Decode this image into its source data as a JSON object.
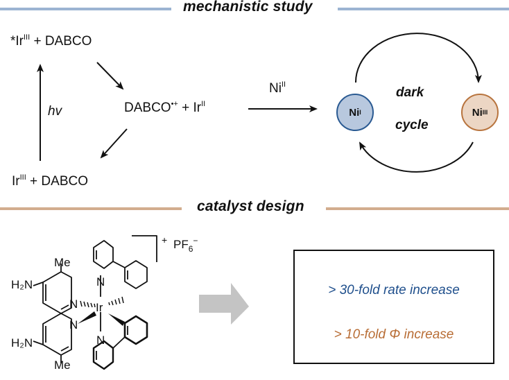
{
  "sections": {
    "mechanistic": {
      "title": "mechanistic study",
      "line_color": "#9cb4d2"
    },
    "catalyst": {
      "title": "catalyst design",
      "line_color": "#d2ad8e"
    }
  },
  "photocycle": {
    "excited_state": {
      "prefix": "*Ir",
      "ox": "III",
      "suffix": " + DABCO"
    },
    "reduced_state": {
      "prefix": "DABCO",
      "radical": "•+",
      "mid": " + Ir",
      "ox": "II"
    },
    "ground_state": {
      "prefix": "Ir",
      "ox": "III",
      "suffix": " + DABCO"
    },
    "excitation_label": "hv",
    "transfer_label": {
      "prefix": "Ni",
      "ox": "II"
    }
  },
  "dark_cycle": {
    "label_line1": "dark",
    "label_line2": "cycle",
    "left_node": {
      "prefix": "Ni",
      "ox": "I",
      "fill": "#b8c8de",
      "stroke": "#2a5a92"
    },
    "right_node": {
      "prefix": "Ni",
      "ox": "III",
      "fill": "#ecd6c4",
      "stroke": "#b8743e"
    }
  },
  "catalyst_structure": {
    "metal": "Ir",
    "charge": "+",
    "counterion": "PF",
    "counterion_sub": "6",
    "counterion_charge": "−",
    "substituent_amine": "H₂N",
    "substituent_methyl": "Me",
    "nitrogen": "N"
  },
  "results": {
    "line1": "> 30-fold rate increase",
    "line1_color": "#1f4f8c",
    "line2": "> 10-fold Φ increase",
    "line2_color": "#b86d35"
  },
  "arrow_color": "#c4c4c4"
}
